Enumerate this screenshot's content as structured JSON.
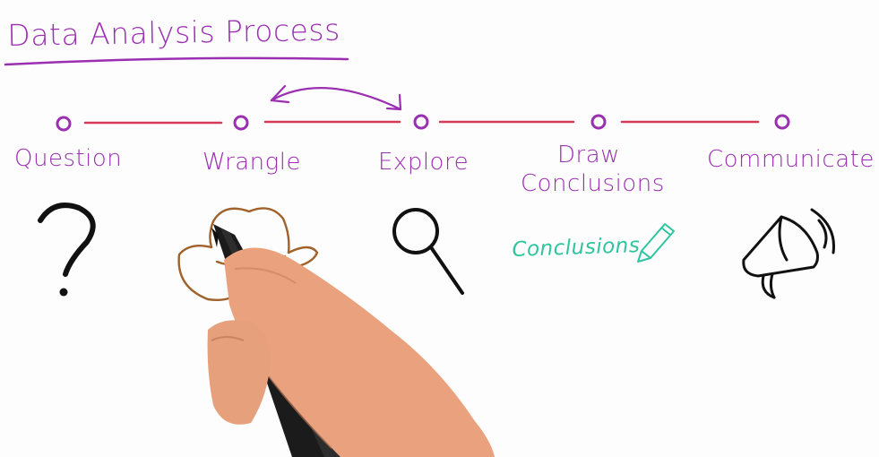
{
  "title": "Data Analysis Process",
  "steps": [
    {
      "label": "Question",
      "icon": "question-mark-icon"
    },
    {
      "label": "Wrangle",
      "icon": "cowboy-hat-icon"
    },
    {
      "label": "Explore",
      "icon": "magnifying-glass-icon"
    },
    {
      "label_line1": "Draw",
      "label_line2": "Conclusions",
      "icon": "pencil-icon"
    },
    {
      "label": "Communicate",
      "icon": "megaphone-icon"
    }
  ],
  "conclusions_note": "Conclusions",
  "colors": {
    "text": "#9b2fb2",
    "timeline": "#d63a5a",
    "node": "#9b2fb2",
    "hat": "#a0622a",
    "note": "#2fc59f",
    "ink": "#111111",
    "skin": "#e8a07a"
  }
}
